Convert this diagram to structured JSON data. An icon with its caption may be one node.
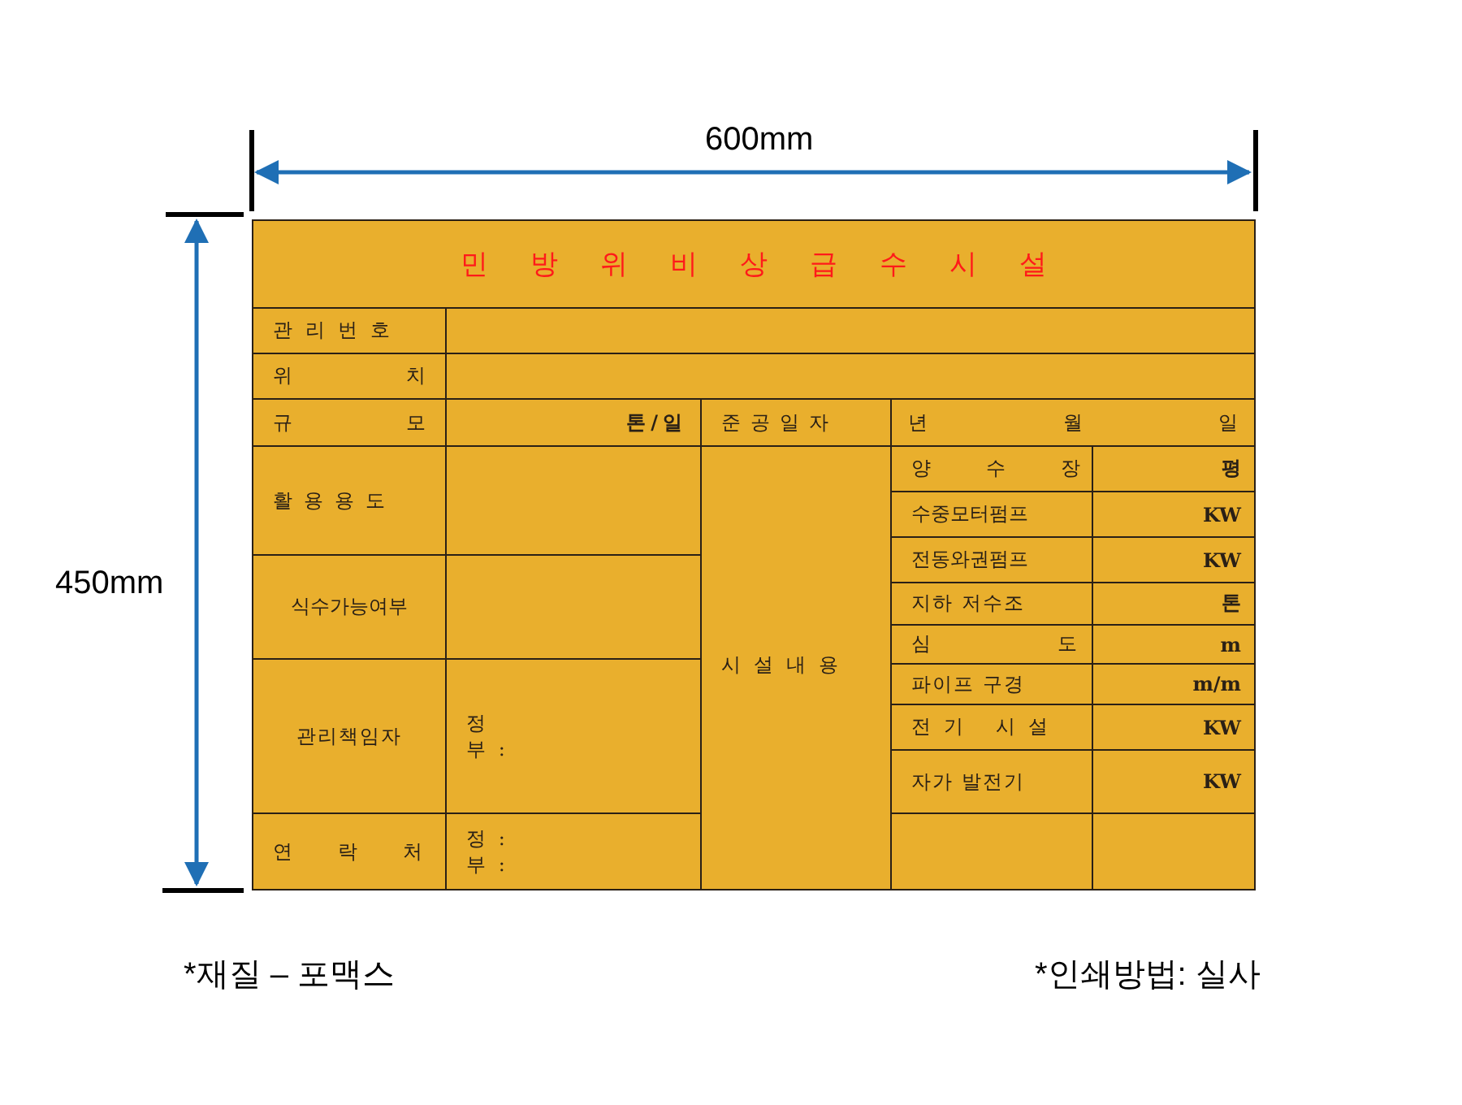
{
  "diagram": {
    "title": "민방위비상급수시설",
    "labels": [
      "600mm",
      "450mm",
      "관리번호",
      "위치",
      "규모",
      "톤/일",
      "준공일자",
      "년 월 일",
      "활용용도",
      "양수장",
      "평",
      "수중모터펌프",
      "KW",
      "전동와권펌프",
      "KW",
      "식수가능여부",
      "지하 저수조",
      "톤",
      "시설내용",
      "심도",
      "m",
      "파이프 구경",
      "m/m",
      "관리책임자",
      "정",
      "부 :",
      "전기 시설",
      "KW",
      "자가 발전기",
      "KW",
      "연락처",
      "정 :",
      "부 :",
      "*재질 – 포맥스",
      "*인쇄방법: 실사"
    ]
  }
}
